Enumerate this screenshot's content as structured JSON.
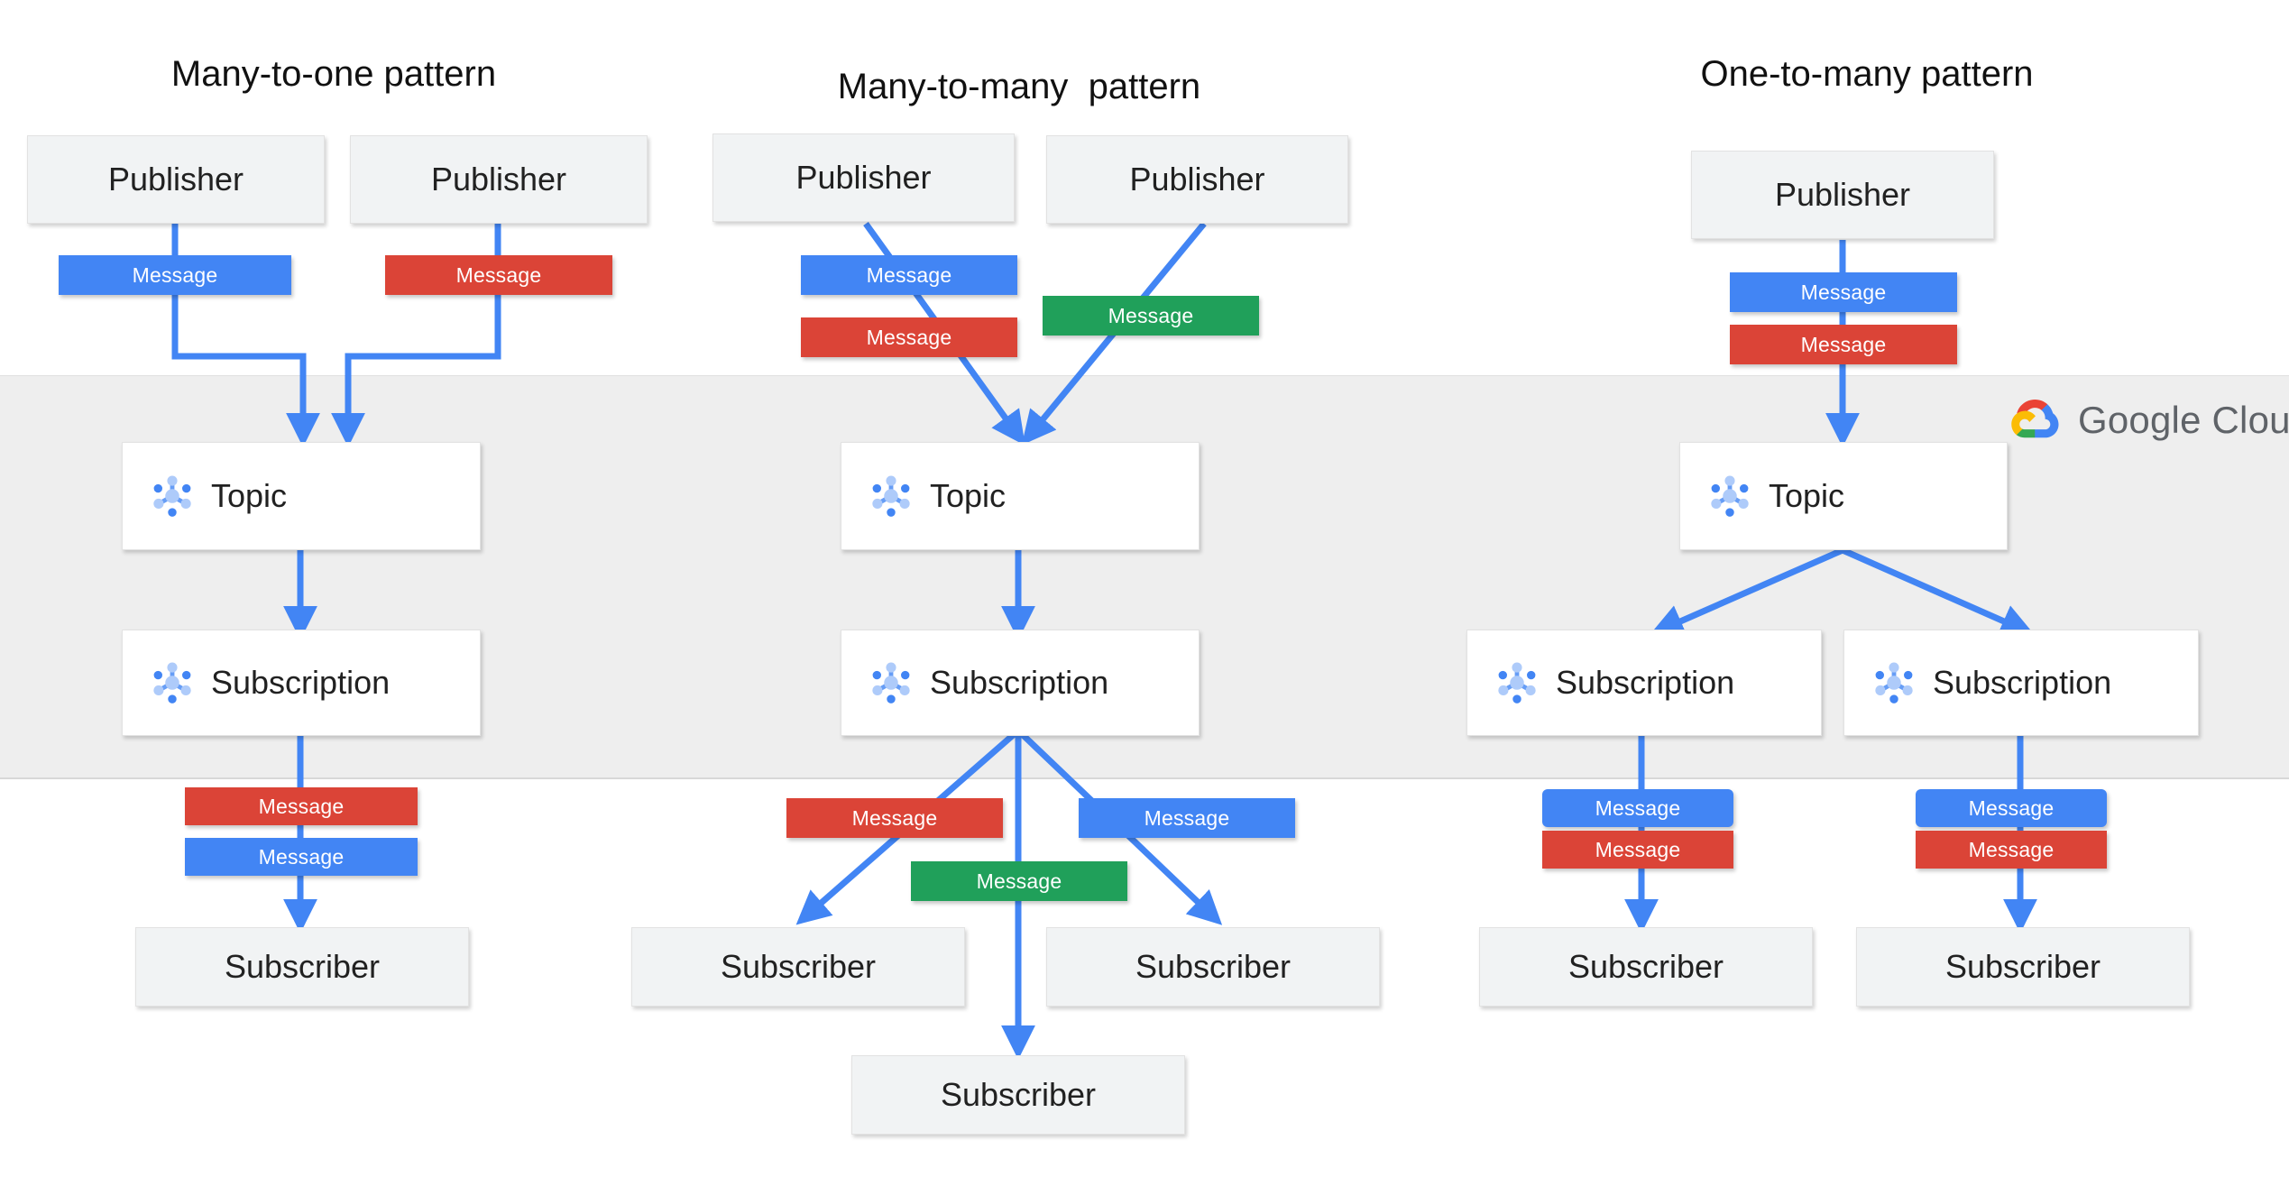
{
  "brand": {
    "name_part1": "Google",
    "name_part2": "Cloud",
    "logo_icon": "google-cloud-logo",
    "colors": {
      "blue": "#4285f4",
      "red": "#db4437",
      "green": "#20a05a",
      "yellow": "#f9ab00",
      "arrow": "#4285f4",
      "band": "#eeeeee",
      "endpoint_box": "#f1f3f4",
      "resource_box": "#ffffff"
    }
  },
  "headings": [
    {
      "id": "many-to-one",
      "label": "Many-to-one pattern"
    },
    {
      "id": "many-to-many",
      "label": "Many-to-many  pattern"
    },
    {
      "id": "one-to-many",
      "label": "One-to-many pattern"
    }
  ],
  "labels": {
    "publisher": "Publisher",
    "subscriber": "Subscriber",
    "topic": "Topic",
    "subscription": "Subscription",
    "message": "Message",
    "topic_icon": "pubsub-topic-icon",
    "subscription_icon": "pubsub-subscription-icon"
  },
  "patterns": [
    {
      "id": "many-to-one",
      "title": "Many-to-one pattern",
      "publishers": 2,
      "topics": 1,
      "subscriptions": 1,
      "subscribers": 1,
      "ingress_messages": [
        "blue",
        "red"
      ],
      "egress_messages": [
        "red",
        "blue"
      ]
    },
    {
      "id": "many-to-many",
      "title": "Many-to-many  pattern",
      "publishers": 2,
      "topics": 1,
      "subscriptions": 1,
      "subscribers": 3,
      "ingress_messages": [
        "blue",
        "red",
        "green"
      ],
      "egress_messages": [
        "red",
        "green",
        "blue"
      ]
    },
    {
      "id": "one-to-many",
      "title": "One-to-many pattern",
      "publishers": 1,
      "topics": 1,
      "subscriptions": 2,
      "subscribers": 2,
      "ingress_messages": [
        "blue",
        "red"
      ],
      "egress_messages": [
        "blue",
        "red",
        "blue",
        "red"
      ]
    }
  ],
  "nodes": {
    "p_l1": "Publisher",
    "p_l2": "Publisher",
    "p_m1": "Publisher",
    "p_m2": "Publisher",
    "p_r1": "Publisher",
    "t_l": "Topic",
    "t_m": "Topic",
    "t_r": "Topic",
    "s_l": "Subscription",
    "s_m": "Subscription",
    "s_r1": "Subscription",
    "s_r2": "Subscription",
    "sub_l1": "Subscriber",
    "sub_m1": "Subscriber",
    "sub_m2": "Subscriber",
    "sub_m3": "Subscriber",
    "sub_r1": "Subscriber",
    "sub_r2": "Subscriber"
  },
  "messages": {
    "m_l_in_1": "Message",
    "m_l_in_2": "Message",
    "m_l_out_1": "Message",
    "m_l_out_2": "Message",
    "m_m_in_1": "Message",
    "m_m_in_2": "Message",
    "m_m_in_3": "Message",
    "m_m_out_1": "Message",
    "m_m_out_2": "Message",
    "m_m_out_3": "Message",
    "m_r_in_1": "Message",
    "m_r_in_2": "Message",
    "m_r_out_1": "Message",
    "m_r_out_2": "Message",
    "m_r_out_3": "Message",
    "m_r_out_4": "Message"
  }
}
